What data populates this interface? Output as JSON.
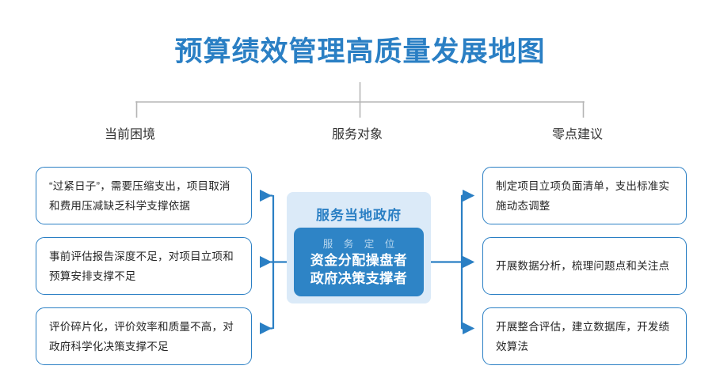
{
  "title": "预算绩效管理高质量发展地图",
  "colors": {
    "accent": "#2a7fc4",
    "center_inner": "#2e84c6",
    "center_outer": "#dbeaf8",
    "bracket": "#b5b5b5",
    "card_border": "#2a7fc4",
    "heading_text": "#333333",
    "body_text": "#262626",
    "sub_label": "#b9d7ee"
  },
  "headers": {
    "left": "当前困境",
    "center": "服务对象",
    "right": "零点建议"
  },
  "left_cards": [
    {
      "text": "“过紧日子”，需要压缩支出，项目取消和费用压减缺乏科学支撑依据"
    },
    {
      "text": "事前评估报告深度不足，对项目立项和预算安排支撑不足"
    },
    {
      "text": "评价碎片化，评价效率和质量不高，对政府科学化决策支撑不足"
    }
  ],
  "right_cards": [
    {
      "text": "制定项目立项负面清单，支出标准实施动态调整"
    },
    {
      "text": "开展数据分析，梳理问题点和关注点"
    },
    {
      "text": "开展整合评估，建立数据库，开发绩效算法"
    }
  ],
  "center": {
    "title": "服务当地政府",
    "subtitle": "服 务 定 位",
    "line1": "资金分配操盘者",
    "line2": "政府决策支撑者"
  }
}
